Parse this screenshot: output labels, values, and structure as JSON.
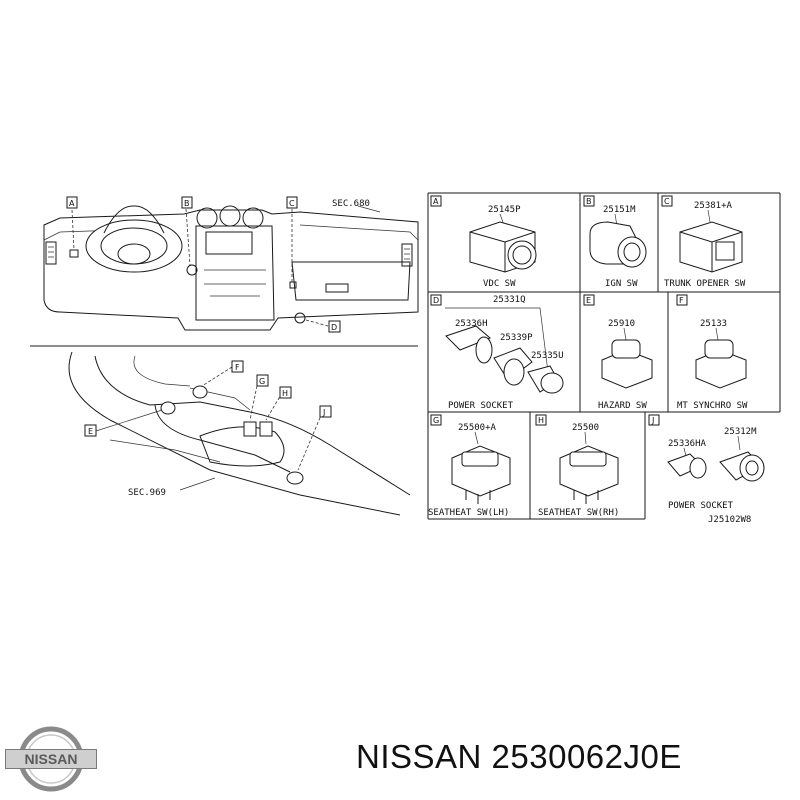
{
  "overview": {
    "sec_top": "SEC.680",
    "sec_bottom": "SEC.969",
    "callouts": [
      "A",
      "B",
      "C",
      "D",
      "E",
      "F",
      "G",
      "H",
      "J"
    ]
  },
  "cells": [
    {
      "letter": "A",
      "part": "25145P",
      "caption": "VDC SW"
    },
    {
      "letter": "B",
      "part": "25151M",
      "caption": "IGN SW"
    },
    {
      "letter": "C",
      "part": "25381+A",
      "caption": "TRUNK OPENER SW"
    },
    {
      "letter": "D",
      "part": "25331Q",
      "subparts": [
        "25336H",
        "25339P",
        "25335U"
      ],
      "caption": "POWER SOCKET"
    },
    {
      "letter": "E",
      "part": "25910",
      "caption": "HAZARD SW"
    },
    {
      "letter": "F",
      "part": "25133",
      "caption": "MT SYNCHRO SW"
    },
    {
      "letter": "G",
      "part": "25500+A",
      "caption": "SEATHEAT SW(LH)"
    },
    {
      "letter": "H",
      "part": "25500",
      "caption": "SEATHEAT SW(RH)"
    },
    {
      "letter": "J",
      "part": "25312M",
      "subparts": [
        "25336HA"
      ],
      "caption": "POWER SOCKET"
    }
  ],
  "diagram_code": "J25102W8",
  "brand": {
    "logo_text": "NISSAN",
    "label": "NISSAN 2530062J0E"
  }
}
